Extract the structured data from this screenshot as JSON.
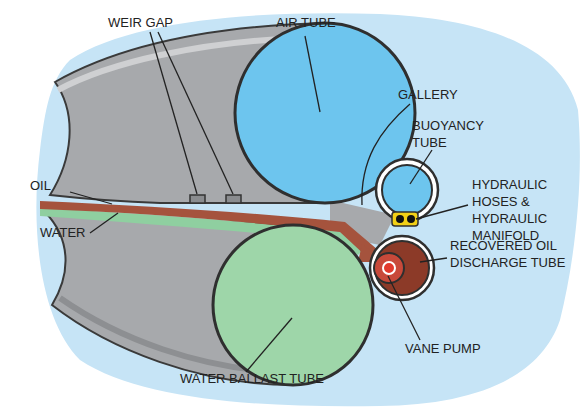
{
  "diagram": {
    "labels": [
      "WEIR GAP",
      "AIR TUBE",
      "GALLERY",
      "BUOYANCY TUBE",
      "HYDRAULIC HOSES & HYDRAULIC MANIFOLD",
      "OIL",
      "WATER",
      "RECOVERED OIL DISCHARGE TUBE",
      "VANE PUMP",
      "WATER BALLAST TUBE"
    ]
  }
}
